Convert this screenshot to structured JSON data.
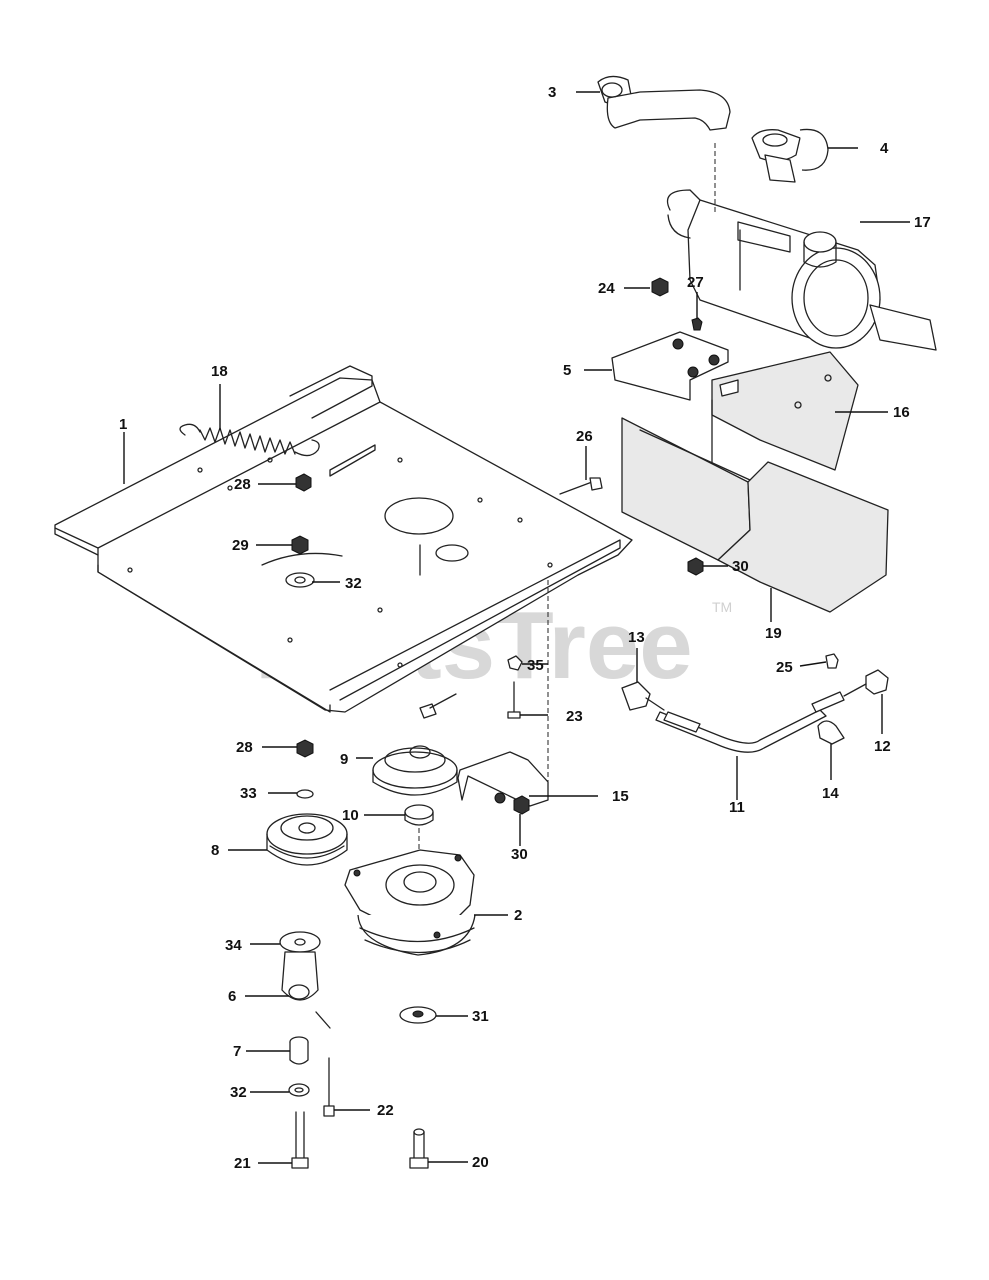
{
  "watermark": {
    "text": "PartsTree",
    "trademark": "TM"
  },
  "callouts": {
    "c1": "1",
    "c2": "2",
    "c3": "3",
    "c4": "4",
    "c5": "5",
    "c6": "6",
    "c7": "7",
    "c8": "8",
    "c9": "9",
    "c10": "10",
    "c11": "11",
    "c12": "12",
    "c13": "13",
    "c14": "14",
    "c15": "15",
    "c16": "16",
    "c17": "17",
    "c18": "18",
    "c19": "19",
    "c20": "20",
    "c21": "21",
    "c22": "22",
    "c23": "23",
    "c24": "24",
    "c25": "25",
    "c26": "26",
    "c27": "27",
    "c28a": "28",
    "c28b": "28",
    "c29": "29",
    "c30a": "30",
    "c30b": "30",
    "c31": "31",
    "c32a": "32",
    "c32b": "32",
    "c33": "33",
    "c34": "34",
    "c35": "35"
  }
}
